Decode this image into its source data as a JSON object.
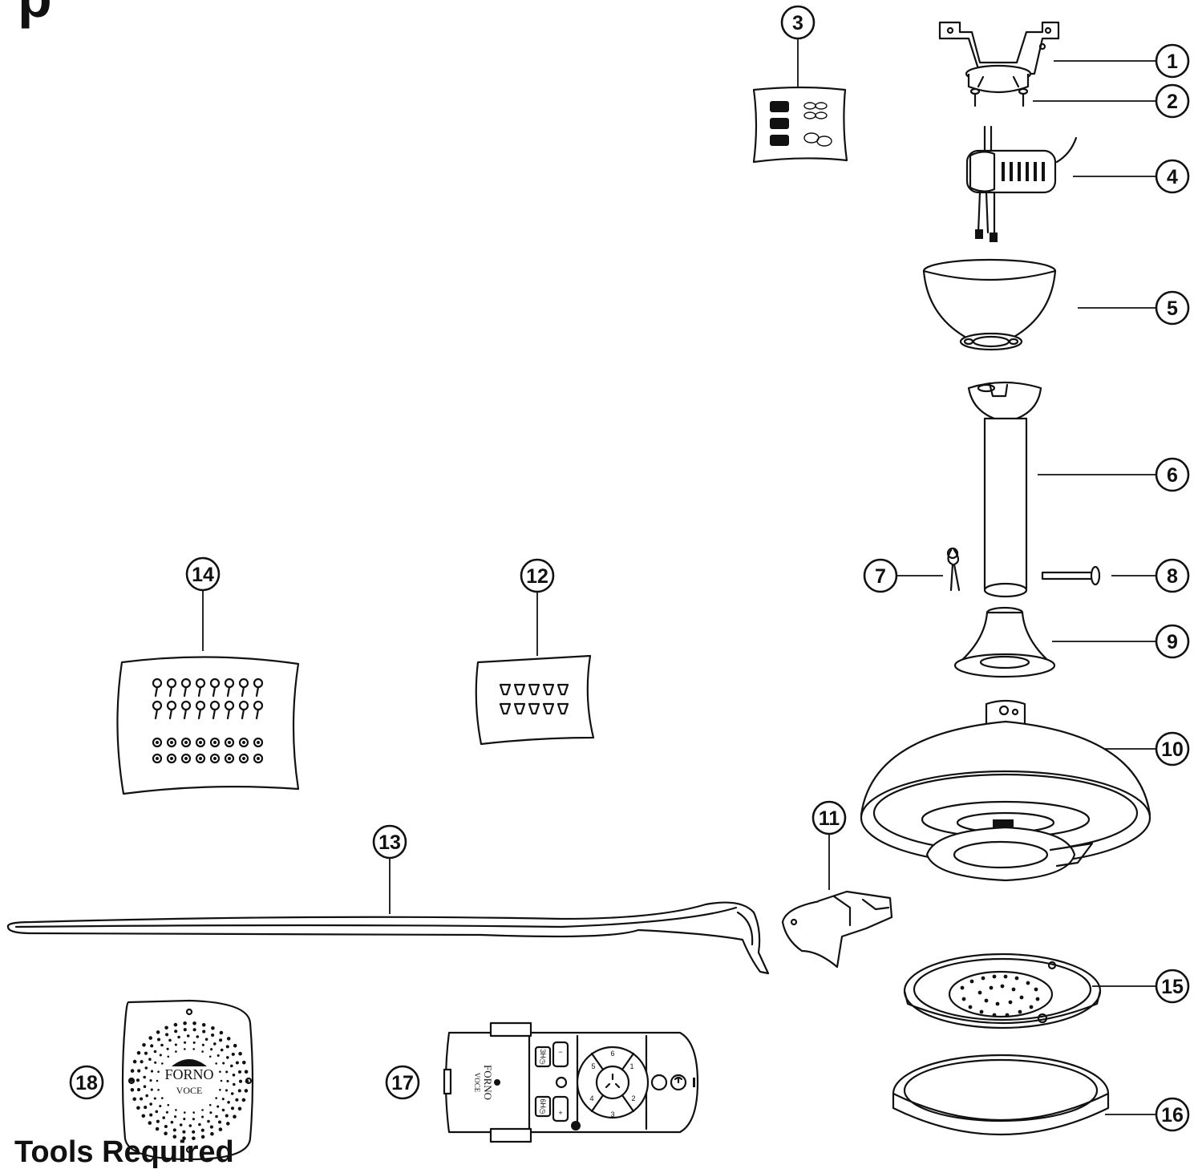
{
  "header": {
    "stub": "p"
  },
  "tools": {
    "heading": "Tools Required"
  },
  "parts": [
    {
      "n": "1"
    },
    {
      "n": "2"
    },
    {
      "n": "3"
    },
    {
      "n": "4"
    },
    {
      "n": "5"
    },
    {
      "n": "6"
    },
    {
      "n": "7"
    },
    {
      "n": "8"
    },
    {
      "n": "9"
    },
    {
      "n": "10"
    },
    {
      "n": "11"
    },
    {
      "n": "12"
    },
    {
      "n": "13"
    },
    {
      "n": "14"
    },
    {
      "n": "15"
    },
    {
      "n": "16"
    },
    {
      "n": "17"
    },
    {
      "n": "18"
    }
  ],
  "logo": {
    "line1": "FORNO",
    "line2": "VOCE"
  },
  "remote": {
    "timer3": "3H◷",
    "timer6": "6H◷",
    "minus": "−",
    "plus": "+",
    "speeds": [
      "1",
      "2",
      "3",
      "4",
      "5",
      "6"
    ]
  }
}
